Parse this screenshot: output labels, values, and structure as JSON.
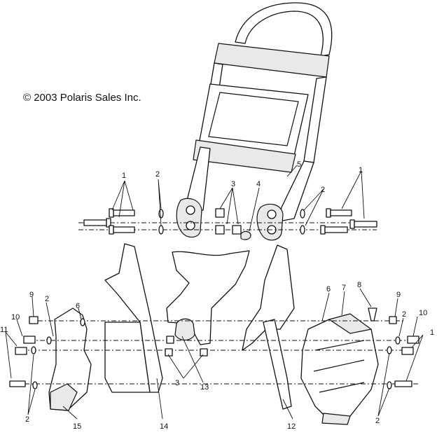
{
  "copyright": "© 2003 Polaris Sales Inc.",
  "callouts": {
    "c1_left": "1",
    "c2_left_top": "2",
    "c3_top": "3",
    "c4": "4",
    "c5": "5",
    "c2_right_top": "2",
    "c1_right": "1",
    "c9_left": "9",
    "c2_left_mid": "2",
    "c6_left": "6",
    "c10_left": "10",
    "c11": "11",
    "c2_left_bottom": "2",
    "c15": "15",
    "c14": "14",
    "c3_bottom": "3",
    "c13": "13",
    "c12": "12",
    "c6_right": "6",
    "c7": "7",
    "c8": "8",
    "c9_right": "9",
    "c2_right_mid": "2",
    "c10_right": "10",
    "c1_right_bottom": "1",
    "c2_right_bottom": "2"
  }
}
